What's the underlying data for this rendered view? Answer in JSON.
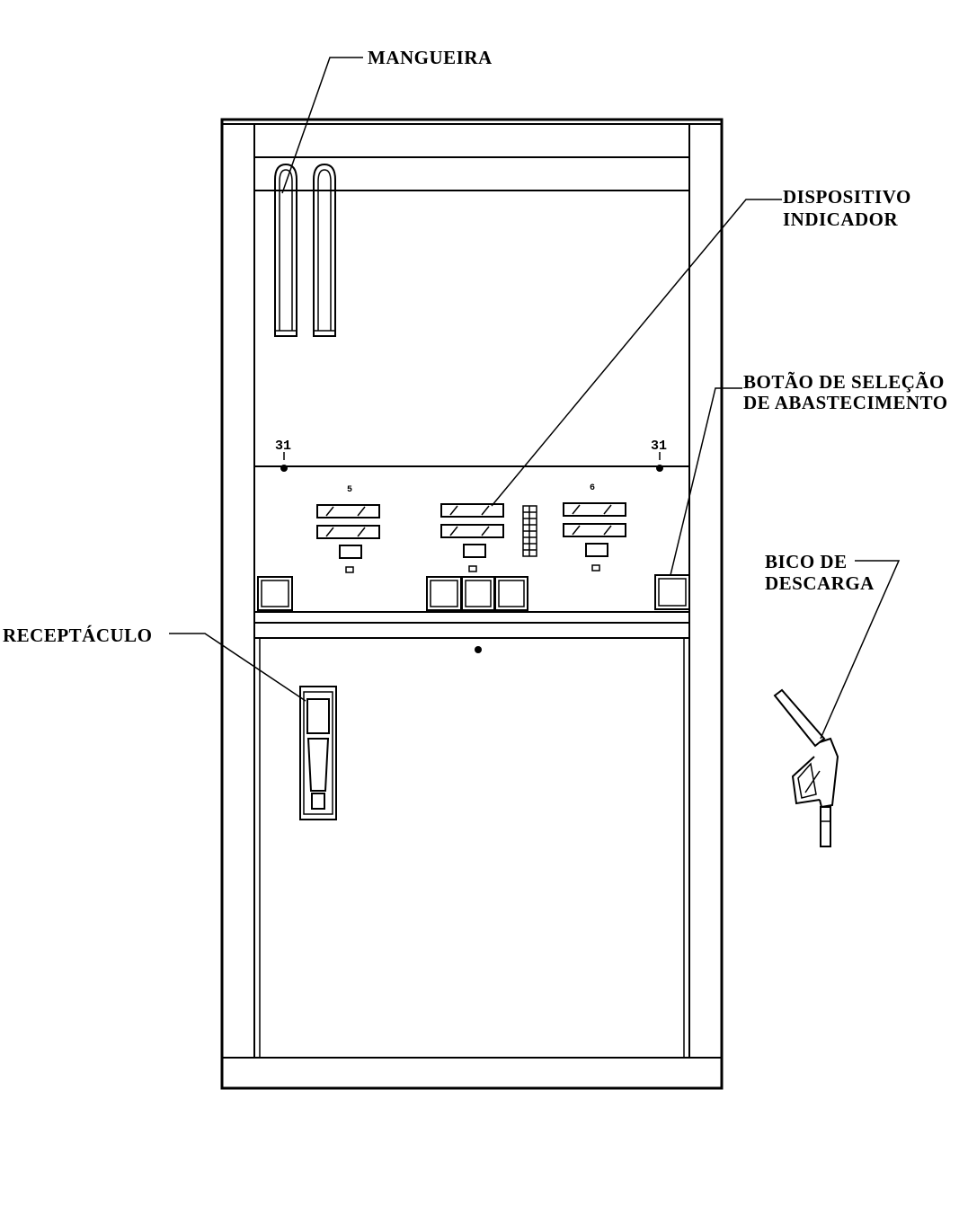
{
  "labels": {
    "mangueira": "MANGUEIRA",
    "dispositivo_line1": "DISPOSITIVO",
    "dispositivo_line2": "INDICADOR",
    "botao_line1": "BOTÃO DE SELEÇÃO",
    "botao_line2": "DE ABASTECIMENTO",
    "bico_line1": "BICO DE",
    "bico_line2": "DESCARGA",
    "receptaculo": "RECEPTÁCULO"
  },
  "panel_marks": {
    "left_code": "31",
    "right_code": "31",
    "left_display_code": "5",
    "right_display_code": "6"
  }
}
